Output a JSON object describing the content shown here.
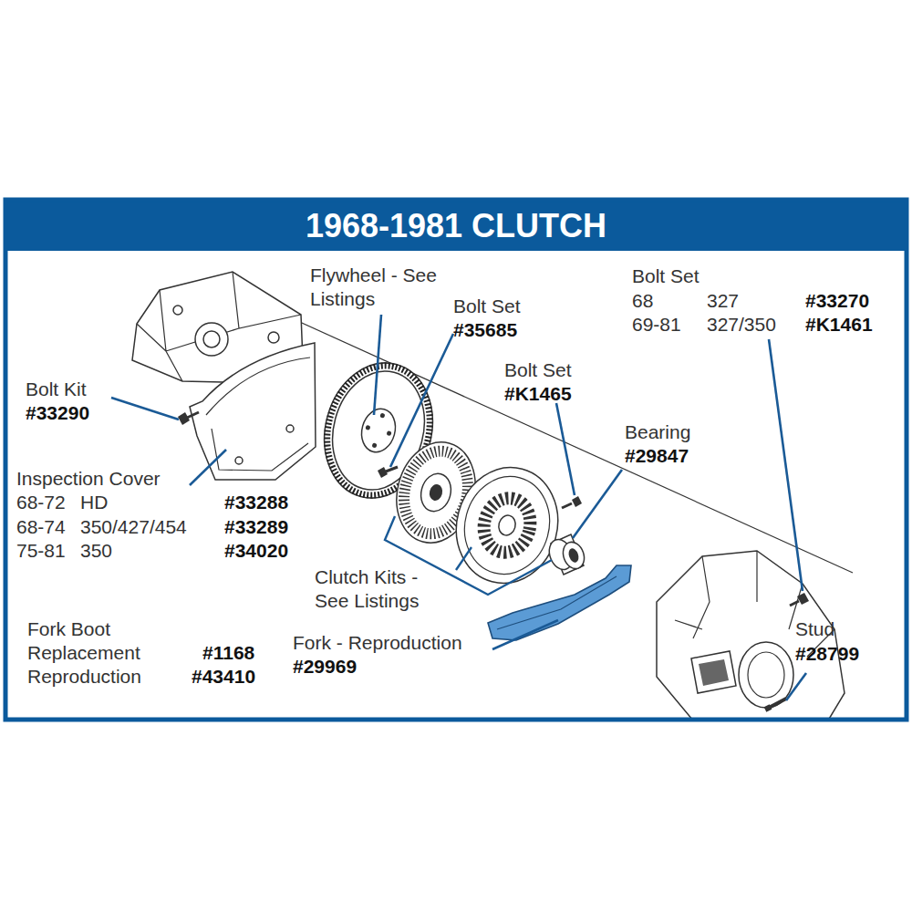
{
  "diagram": {
    "title": "1968-1981 CLUTCH",
    "labels": [
      "Flywheel - See Listings",
      "Bolt Set",
      "#35685",
      "Bolt Set",
      "68",
      "327",
      "#33270",
      "69-81",
      "327/350",
      "#K1461",
      "Bolt Set",
      "#K1465",
      "Bolt Kit",
      "#33290",
      "Bearing",
      "#29847",
      "Inspection Cover",
      "68-72",
      "HD",
      "#33288",
      "68-74",
      "350/427/454",
      "#33289",
      "75-81",
      "350",
      "#34020",
      "Clutch Kits - See Listings",
      "Fork - Reproduction",
      "#29969",
      "Fork Boot",
      "Replacement",
      "#1168",
      "Reproduction",
      "#43410",
      "Stud",
      "#28799"
    ]
  }
}
